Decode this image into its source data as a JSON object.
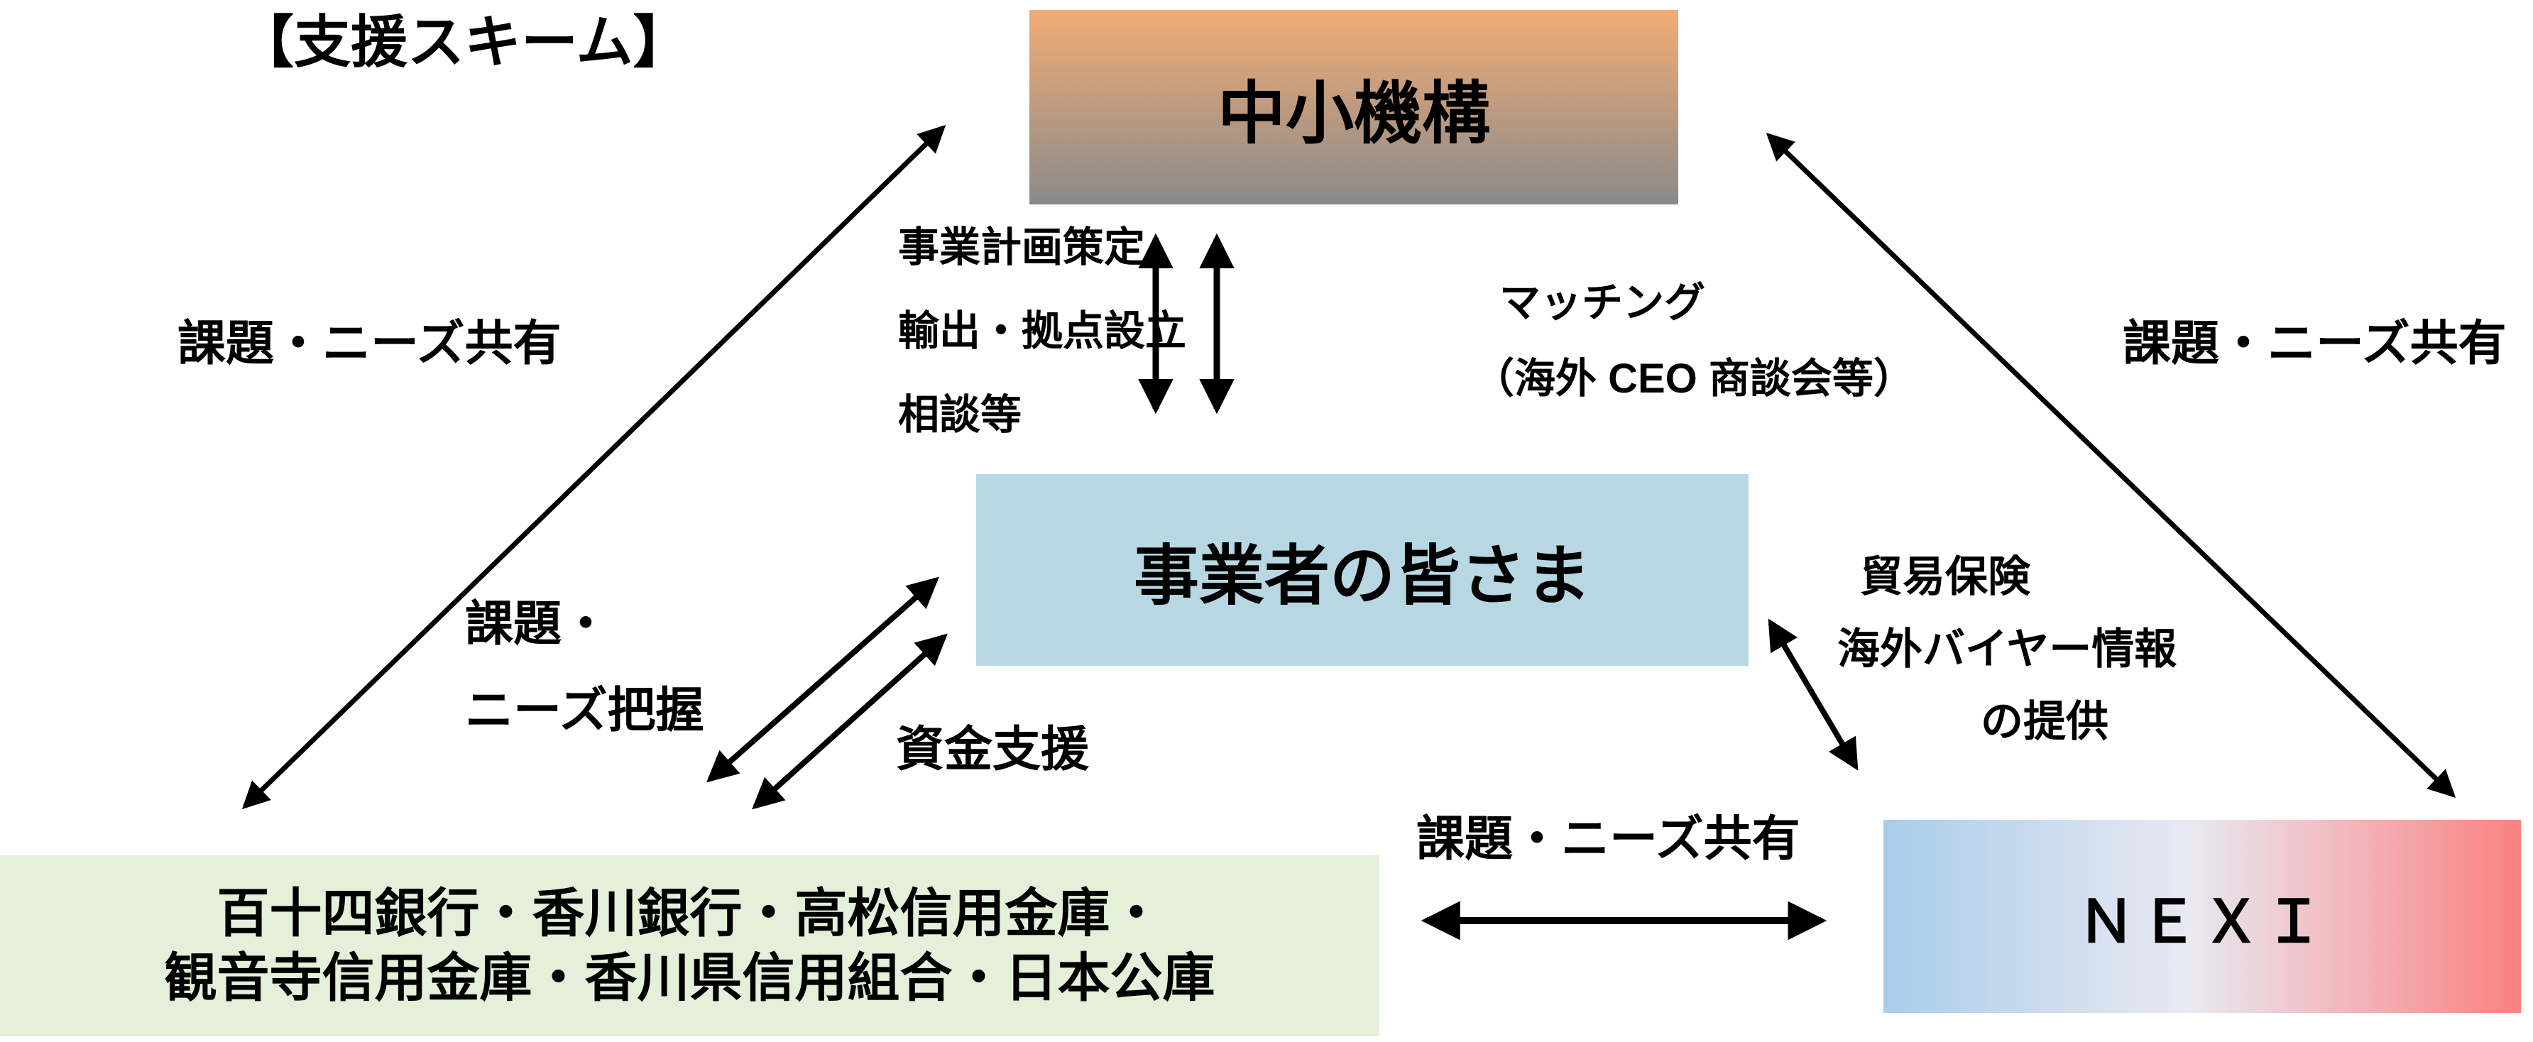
{
  "title": "【支援スキーム】",
  "nodes": {
    "chushokiko": {
      "label": "中小機構"
    },
    "jigyosha": {
      "label": "事業者の皆さま"
    },
    "banks": {
      "line1": "百十四銀行・香川銀行・高松信用金庫・",
      "line2": "観音寺信用金庫・香川県信用組合・日本公庫"
    },
    "nexi": {
      "label": "ＮＥＸＩ"
    }
  },
  "labels": {
    "share_left": "課題・ニーズ共有",
    "share_right": "課題・ニーズ共有",
    "share_bottom": "課題・ニーズ共有",
    "consult_line1": "事業計画策定、",
    "consult_line2": "輸出・拠点設立",
    "consult_line3": "相談等",
    "matching_line1": "マッチング",
    "matching_line2": "（海外 CEO 商談会等）",
    "grasp_line1": "課題・",
    "grasp_line2": "ニーズ把握",
    "funding": "資金支援",
    "insurance_line1": "貿易保険",
    "insurance_line2": "海外バイヤー情報",
    "insurance_line3": "の提供"
  },
  "colors": {
    "chushokiko_top": "#F2AC75",
    "chushokiko_bottom": "#8A8A8A",
    "jigyosha_bg": "#B7D7E3",
    "banks_bg": "#E4F0DA",
    "nexi_left": "#A9CDE9",
    "nexi_mid": "#E9E9F2",
    "nexi_right": "#FA8181",
    "arrow": "#000000"
  }
}
